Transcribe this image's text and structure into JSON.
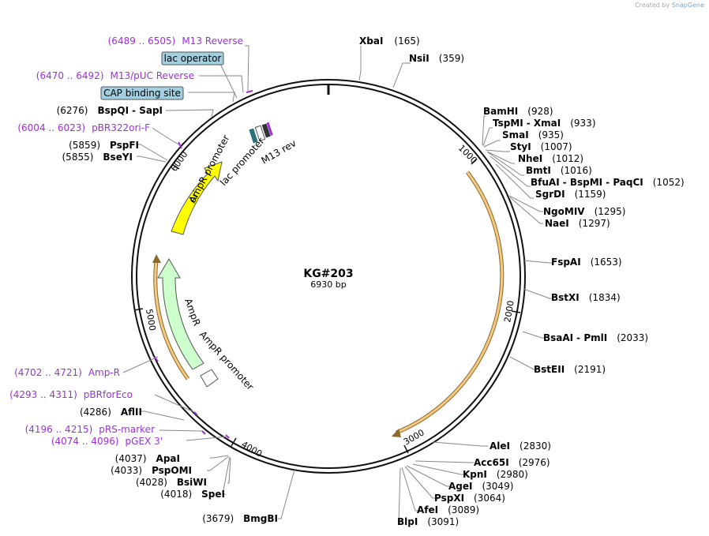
{
  "credit": {
    "prefix": "Created by",
    "brand": "SnapGene"
  },
  "plasmid": {
    "name": "KG#203",
    "size": "6930 bp"
  },
  "colors": {
    "backbone": "#111111",
    "ori": "#ffff00",
    "ampr": "#ccffcc",
    "orf": "#f4c27a",
    "primer": "#9b30d9",
    "feature_box": "#a3cfe0"
  },
  "ticks": [
    "1000",
    "2000",
    "3000",
    "4000",
    "5000",
    "6000"
  ],
  "enzymes": [
    {
      "name": "XbaI",
      "pos": "(165)"
    },
    {
      "name": "NsiI",
      "pos": "(359)"
    },
    {
      "name": "BamHI",
      "pos": "(928)"
    },
    {
      "name": "TspMI",
      "name2": "XmaI",
      "pos": "(933)"
    },
    {
      "name": "SmaI",
      "pos": "(935)"
    },
    {
      "name": "StyI",
      "pos": "(1007)"
    },
    {
      "name": "NheI",
      "pos": "(1012)"
    },
    {
      "name": "BmtI",
      "pos": "(1016)"
    },
    {
      "name": "BfuAI",
      "name2": "BspMI",
      "name3": "PaqCI",
      "pos": "(1052)"
    },
    {
      "name": "SgrDI",
      "pos": "(1159)"
    },
    {
      "name": "NgoMIV",
      "pos": "(1295)"
    },
    {
      "name": "NaeI",
      "pos": "(1297)"
    },
    {
      "name": "FspAI",
      "pos": "(1653)"
    },
    {
      "name": "BstXI",
      "pos": "(1834)"
    },
    {
      "name": "BsaAI",
      "name2": "PmlI",
      "pos": "(2033)"
    },
    {
      "name": "BstEII",
      "pos": "(2191)"
    },
    {
      "name": "AleI",
      "pos": "(2830)"
    },
    {
      "name": "Acc65I",
      "pos": "(2976)"
    },
    {
      "name": "KpnI",
      "pos": "(2980)"
    },
    {
      "name": "AgeI",
      "pos": "(3049)"
    },
    {
      "name": "PspXI",
      "pos": "(3064)"
    },
    {
      "name": "AfeI",
      "pos": "(3089)"
    },
    {
      "name": "BlpI",
      "pos": "(3091)"
    },
    {
      "name": "BmgBI",
      "pos": "(3679)"
    },
    {
      "name": "SpeI",
      "pos": "(4018)"
    },
    {
      "name": "BsiWI",
      "pos": "(4028)"
    },
    {
      "name": "PspOMI",
      "pos": "(4033)"
    },
    {
      "name": "ApaI",
      "pos": "(4037)"
    },
    {
      "name": "AflII",
      "pos": "(4286)"
    },
    {
      "name": "BseYI",
      "pos": "(5855)"
    },
    {
      "name": "PspFI",
      "pos": "(5859)"
    },
    {
      "name": "BspQI",
      "name2": "SapI",
      "pos": "(6276)"
    }
  ],
  "primers": [
    {
      "range": "(6489 .. 6505)",
      "name": "M13 Reverse"
    },
    {
      "range": "(6470 .. 6492)",
      "name": "M13/pUC Reverse"
    },
    {
      "range": "(6004 .. 6023)",
      "name": "pBR322ori-F"
    },
    {
      "range": "(4702 .. 4721)",
      "name": "Amp-R"
    },
    {
      "range": "(4293 .. 4311)",
      "name": "pBRforEco"
    },
    {
      "range": "(4196 .. 4215)",
      "name": "pRS-marker"
    },
    {
      "range": "(4074 .. 4096)",
      "name": "pGEX 3'"
    }
  ],
  "boxed_features": [
    "lac operator",
    "CAP binding site"
  ],
  "features": [
    "ori",
    "AmpR",
    "AmpR promoter",
    "lac promoter",
    "M13 rev"
  ]
}
